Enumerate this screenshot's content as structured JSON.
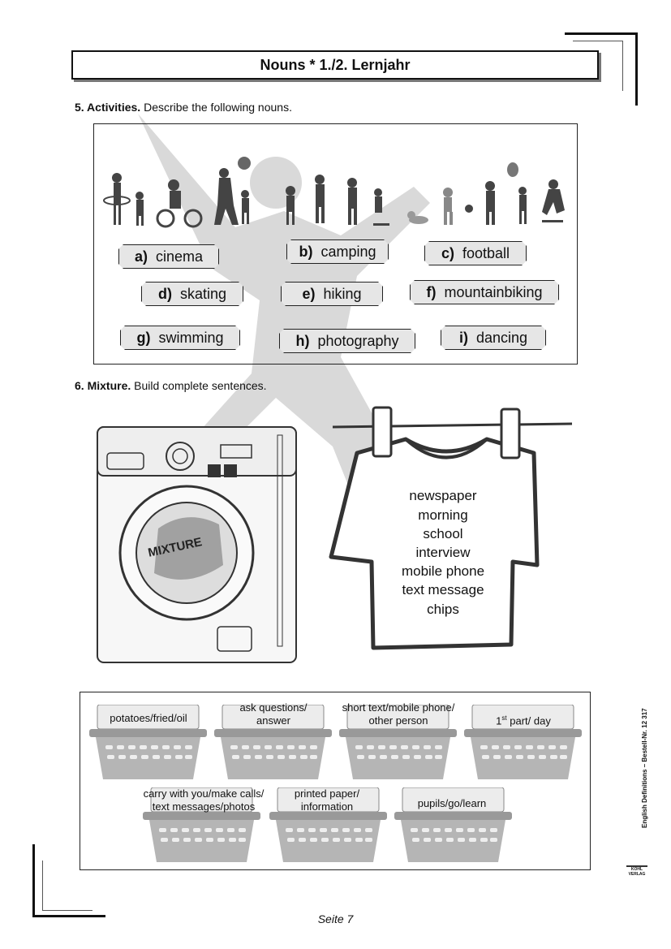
{
  "header": {
    "title": "Nouns * 1./2. Lernjahr"
  },
  "task5": {
    "label": "5. Activities.",
    "instruction": " Describe the following nouns."
  },
  "activities": [
    {
      "letter": "a)",
      "word": "cinema"
    },
    {
      "letter": "b)",
      "word": "camping"
    },
    {
      "letter": "c)",
      "word": "football"
    },
    {
      "letter": "d)",
      "word": "skating"
    },
    {
      "letter": "e)",
      "word": "hiking"
    },
    {
      "letter": "f)",
      "word": "mountainbiking"
    },
    {
      "letter": "g)",
      "word": "swimming"
    },
    {
      "letter": "h)",
      "word": "photography"
    },
    {
      "letter": "i)",
      "word": "dancing"
    }
  ],
  "task6": {
    "label": "6. Mixture.",
    "instruction": " Build complete sentences."
  },
  "machine": {
    "drum_text": "MIXTURE"
  },
  "shirt_words": [
    "newspaper",
    "morning",
    "school",
    "interview",
    "mobile phone",
    "text message",
    "chips"
  ],
  "baskets": [
    {
      "line1": "potatoes/fried/oil",
      "line2": ""
    },
    {
      "line1": "ask questions/",
      "line2": "answer"
    },
    {
      "line1": "short text/mobile phone/",
      "line2": "other person"
    },
    {
      "line1": "1",
      "sup": "st",
      "line2": " part/ day"
    },
    {
      "line1": "carry with you/make calls/",
      "line2": "text messages/photos"
    },
    {
      "line1": "printed paper/",
      "line2": "information"
    },
    {
      "line1": "pupils/go/learn",
      "line2": ""
    }
  ],
  "sidebar": {
    "text": "English Definitions  –  Bestell-Nr. 12 317",
    "logo": "KOHL VERLAG"
  },
  "footer": {
    "page": "Seite 7"
  }
}
